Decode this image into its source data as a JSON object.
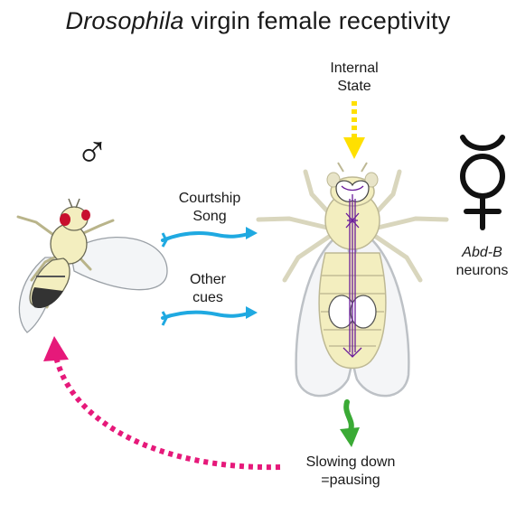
{
  "title": {
    "italic": "Drosophila",
    "rest": " virgin female receptivity"
  },
  "male_symbol": "♂",
  "labels": {
    "internal_state": [
      "Internal",
      "State"
    ],
    "courtship_song": [
      "Courtship",
      "Song"
    ],
    "other_cues": [
      "Other",
      "cues"
    ],
    "abdb_neurons": {
      "italic": "Abd-B",
      "line2": "neurons"
    },
    "slowing_down": [
      "Slowing down",
      "=pausing"
    ]
  },
  "colors": {
    "yellow_arrow": "#ffe000",
    "blue_arrow": "#1fa9e1",
    "green_arrow": "#3aaa35",
    "pink_arrow": "#e6197a",
    "neurons": "#6a1b9a",
    "fly_body": "#f3eebf"
  }
}
